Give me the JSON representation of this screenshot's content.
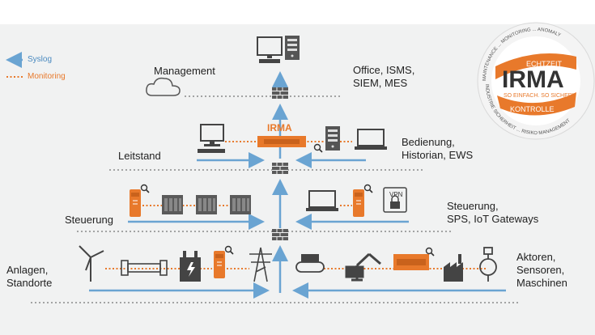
{
  "legend": {
    "syslog": "Syslog",
    "monitoring": "Monitoring"
  },
  "levels": {
    "management": "Management",
    "office": [
      "Office, ISMS,",
      "SIEM, MES"
    ],
    "leitstand": "Leitstand",
    "bedienung": [
      "Bedienung,",
      "Historian, EWS"
    ],
    "steuerung_left": "Steuerung",
    "steuerung_right": [
      "Steuerung,",
      "SPS, IoT Gateways"
    ],
    "anlagen": [
      "Anlagen,",
      "Standorte"
    ],
    "aktoren": [
      "Aktoren,",
      "Sensoren,",
      "Maschinen"
    ]
  },
  "device_labels": {
    "irma_bar": "IRMA",
    "vpn": "VPN"
  },
  "seal": {
    "top_text": "ECHTZEIT",
    "brand": "IRMA",
    "tagline": "SO EINFACH. SO SICHER!",
    "bottom_text": "KONTROLLE",
    "ring_top": "MAINTENANCE ... MONITORING ... ANOMALY",
    "ring_bottom": "INDUSTRIE SICHERHEIT ... RISIKO MANAGEMENT"
  },
  "colors": {
    "syslog": "#6aa4d2",
    "monitoring": "#e8792b",
    "device": "#555555",
    "background": "#f1f2f2"
  }
}
